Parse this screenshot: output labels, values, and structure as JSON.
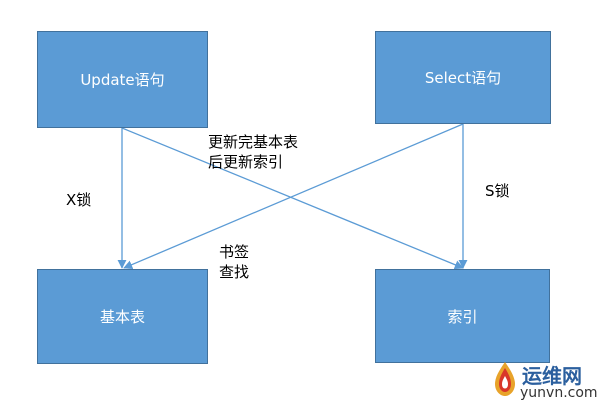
{
  "nodes": {
    "update": "Update语句",
    "select": "Select语句",
    "base_table": "基本表",
    "index": "索引"
  },
  "labels": {
    "x_lock": "X锁",
    "s_lock": "S锁",
    "update_note_line1": "更新完基本表",
    "update_note_line2": "后更新索引",
    "bookmark_line1": "书签",
    "bookmark_line2": "查找"
  },
  "watermark": {
    "name": "运维网",
    "url": "yunvn.com"
  },
  "colors": {
    "node_fill": "#5b9bd5",
    "node_border": "#41719c",
    "arrow": "#5b9bd5"
  }
}
